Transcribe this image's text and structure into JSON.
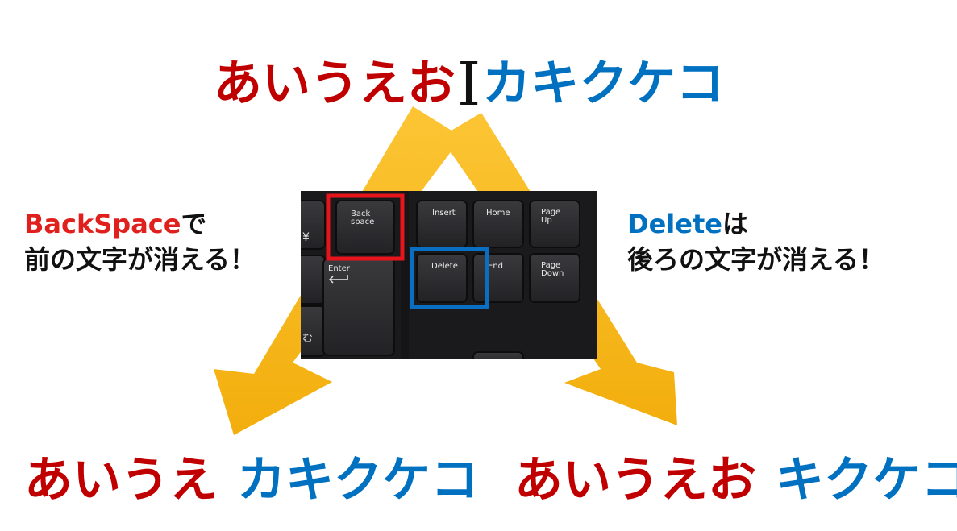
{
  "top_text": {
    "before_cursor": "あいうえお",
    "cursor_symbol": "I",
    "after_cursor": "カキクケコ"
  },
  "backspace_caption": {
    "key_name": "BackSpace",
    "suffix": "で",
    "line2": "前の文字が消える！"
  },
  "delete_caption": {
    "key_name": "Delete",
    "suffix": "は",
    "line2": "後ろの文字が消える！"
  },
  "result_left": {
    "red_part": "あいうえ",
    "blue_part": "カキクケコ"
  },
  "result_right": {
    "red_part": "あいうえお",
    "blue_part": "キクケコ"
  },
  "keyboard": {
    "keys": {
      "backspace_line1": "Back",
      "backspace_line2": "space",
      "insert": "Insert",
      "home": "Home",
      "pageup_line1": "Page",
      "pageup_line2": "Up",
      "delete": "Delete",
      "end": "End",
      "pagedown_line1": "Page",
      "pagedown_line2": "Down",
      "enter": "Enter",
      "yen": "¥",
      "mu": "む"
    }
  },
  "colors": {
    "red_text": "#c00000",
    "blue_text": "#0070c0",
    "arrow_fill": "#f7b91b",
    "backspace_highlight": "#e8141c",
    "delete_highlight": "#0a6fc2"
  }
}
